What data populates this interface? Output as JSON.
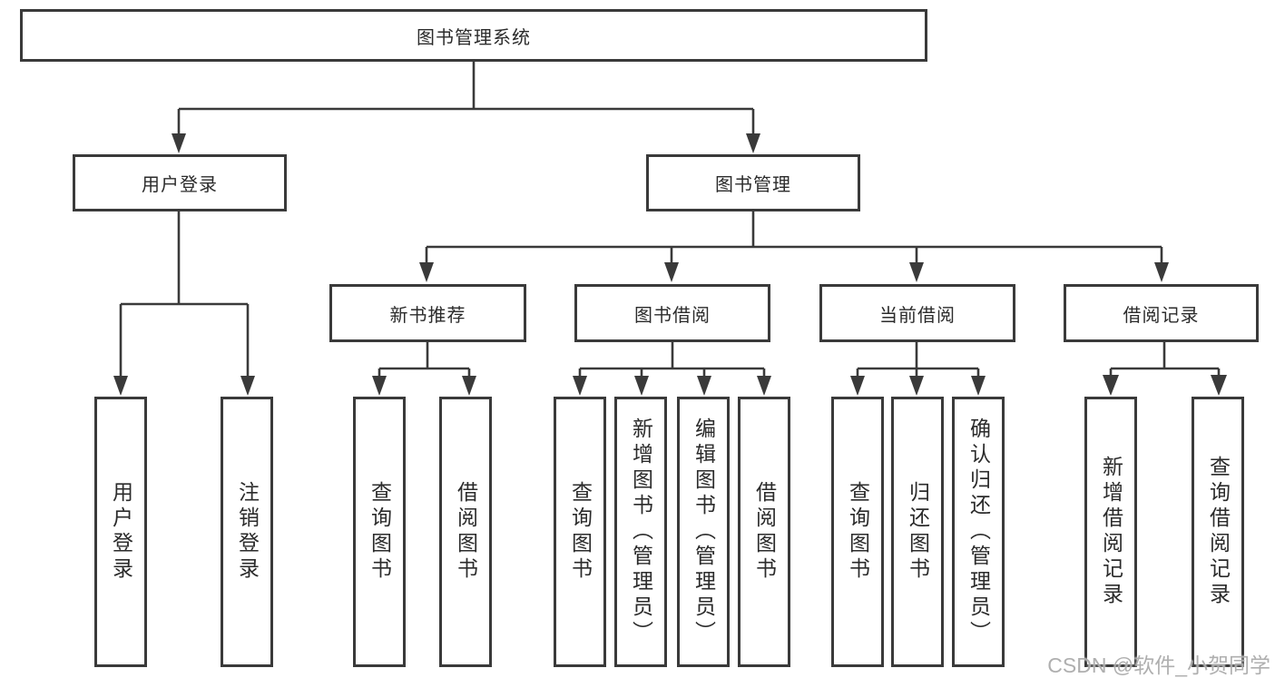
{
  "watermark": "CSDN @软件_小贺同学",
  "colors": {
    "line": "#3a3a3a",
    "text": "#2b2b2b",
    "background": "#ffffff",
    "watermark": "#a8a8a8"
  },
  "tree": {
    "label": "图书管理系统",
    "children": [
      {
        "label": "用户登录",
        "children": [
          {
            "label": "用户登录"
          },
          {
            "label": "注销登录"
          }
        ]
      },
      {
        "label": "图书管理",
        "children": [
          {
            "label": "新书推荐",
            "children": [
              {
                "label": "查询图书"
              },
              {
                "label": "借阅图书"
              }
            ]
          },
          {
            "label": "图书借阅",
            "children": [
              {
                "label": "查询图书"
              },
              {
                "label": "新增图书（管理员）"
              },
              {
                "label": "编辑图书（管理员）"
              },
              {
                "label": "借阅图书"
              }
            ]
          },
          {
            "label": "当前借阅",
            "children": [
              {
                "label": "查询图书"
              },
              {
                "label": "归还图书"
              },
              {
                "label": "确认归还（管理员）"
              }
            ]
          },
          {
            "label": "借阅记录",
            "children": [
              {
                "label": "新增借阅记录"
              },
              {
                "label": "查询借阅记录"
              }
            ]
          }
        ]
      }
    ]
  }
}
